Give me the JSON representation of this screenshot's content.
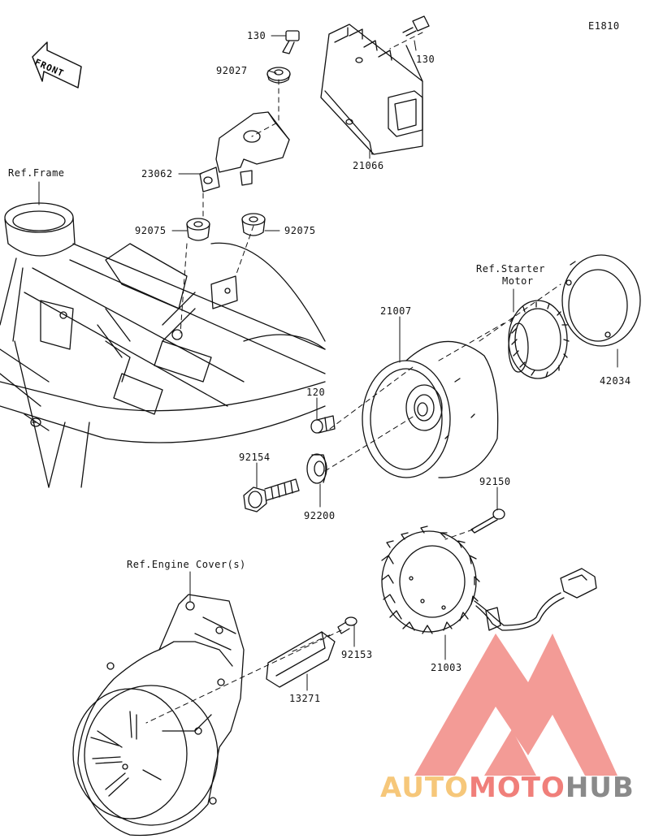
{
  "diagram_code": "E1810",
  "front_label": "FRONT",
  "refs": {
    "frame": "Ref.Frame",
    "starter_line1": "Ref.Starter",
    "starter_line2": "Motor",
    "engine_cover": "Ref.Engine Cover(s)"
  },
  "parts": {
    "bolt_130_left": "130",
    "bolt_130_right": "130",
    "washer_92027": "92027",
    "bracket_23062": "23062",
    "regulator_21066": "21066",
    "grommet_92075_left": "92075",
    "grommet_92075_right": "92075",
    "rotor_21007": "21007",
    "collar_42034": "42034",
    "bolt_120": "120",
    "bolt_92154": "92154",
    "washer_92200": "92200",
    "bolt_92150": "92150",
    "stator_21003": "21003",
    "bolt_92153": "92153",
    "holder_13271": "13271"
  },
  "watermark": {
    "part1": "AUTO",
    "part2": "MOTO",
    "part3": "HUB",
    "colors": {
      "auto": "#f6c77a",
      "moto": "#f07f7a",
      "hub": "#8a8a8a",
      "logo": "#f28a84"
    }
  }
}
